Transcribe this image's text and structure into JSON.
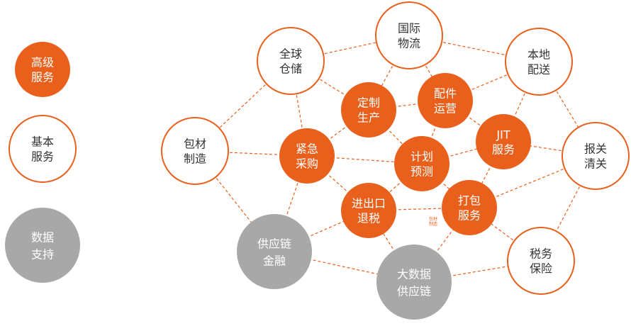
{
  "colors": {
    "advanced": "#e8601c",
    "basic_stroke": "#e8601c",
    "basic_fill": "#ffffff",
    "data": "#a8a8a8",
    "link": "#e8601c",
    "text_light": "#ffffff",
    "text_dark": "#333333"
  },
  "legend": [
    {
      "id": "advanced",
      "lines": [
        "高级",
        "服务"
      ],
      "kind": "advanced"
    },
    {
      "id": "basic",
      "lines": [
        "基本",
        "服务"
      ],
      "kind": "basic"
    },
    {
      "id": "data",
      "lines": [
        "数据",
        "支持"
      ],
      "kind": "data"
    }
  ],
  "nodes": [
    {
      "id": "global-warehouse",
      "lines": [
        "全球",
        "仓储"
      ],
      "kind": "basic"
    },
    {
      "id": "intl-logistics",
      "lines": [
        "国际",
        "物流"
      ],
      "kind": "basic"
    },
    {
      "id": "local-delivery",
      "lines": [
        "本地",
        "配送"
      ],
      "kind": "basic"
    },
    {
      "id": "packaging-mfg",
      "lines": [
        "包材",
        "制造"
      ],
      "kind": "basic"
    },
    {
      "id": "customs",
      "lines": [
        "报关",
        "清关"
      ],
      "kind": "basic"
    },
    {
      "id": "tax-insurance",
      "lines": [
        "税务",
        "保险"
      ],
      "kind": "basic"
    },
    {
      "id": "custom-production",
      "lines": [
        "定制",
        "生产"
      ],
      "kind": "advanced"
    },
    {
      "id": "parts-ops",
      "lines": [
        "配件",
        "运营"
      ],
      "kind": "advanced"
    },
    {
      "id": "jit-service",
      "lines": [
        "JIT",
        "服务"
      ],
      "kind": "advanced"
    },
    {
      "id": "emergency-purchase",
      "lines": [
        "紧急",
        "采购"
      ],
      "kind": "advanced"
    },
    {
      "id": "plan-forecast",
      "lines": [
        "计划",
        "预测"
      ],
      "kind": "advanced"
    },
    {
      "id": "import-export-rebate",
      "lines": [
        "进出口",
        "退税"
      ],
      "kind": "advanced"
    },
    {
      "id": "packing-service",
      "lines": [
        "打包",
        "服务"
      ],
      "kind": "advanced"
    },
    {
      "id": "supply-chain-finance",
      "lines": [
        "供应链",
        "金融"
      ],
      "kind": "data"
    },
    {
      "id": "big-data-supply-chain",
      "lines": [
        "大数据",
        "供应链"
      ],
      "kind": "data"
    }
  ],
  "links": [
    [
      "global-warehouse",
      "intl-logistics"
    ],
    [
      "intl-logistics",
      "local-delivery"
    ],
    [
      "global-warehouse",
      "packaging-mfg"
    ],
    [
      "local-delivery",
      "customs"
    ],
    [
      "customs",
      "tax-insurance"
    ],
    [
      "packaging-mfg",
      "supply-chain-finance"
    ],
    [
      "supply-chain-finance",
      "big-data-supply-chain"
    ],
    [
      "big-data-supply-chain",
      "tax-insurance"
    ],
    [
      "global-warehouse",
      "custom-production"
    ],
    [
      "global-warehouse",
      "emergency-purchase"
    ],
    [
      "intl-logistics",
      "custom-production"
    ],
    [
      "intl-logistics",
      "parts-ops"
    ],
    [
      "local-delivery",
      "parts-ops"
    ],
    [
      "local-delivery",
      "jit-service"
    ],
    [
      "packaging-mfg",
      "emergency-purchase"
    ],
    [
      "customs",
      "jit-service"
    ],
    [
      "customs",
      "packing-service"
    ],
    [
      "tax-insurance",
      "packing-service"
    ],
    [
      "supply-chain-finance",
      "emergency-purchase"
    ],
    [
      "supply-chain-finance",
      "import-export-rebate"
    ],
    [
      "big-data-supply-chain",
      "import-export-rebate"
    ],
    [
      "big-data-supply-chain",
      "packing-service"
    ],
    [
      "custom-production",
      "parts-ops"
    ],
    [
      "custom-production",
      "emergency-purchase"
    ],
    [
      "custom-production",
      "plan-forecast"
    ],
    [
      "parts-ops",
      "jit-service"
    ],
    [
      "parts-ops",
      "plan-forecast"
    ],
    [
      "emergency-purchase",
      "plan-forecast"
    ],
    [
      "emergency-purchase",
      "import-export-rebate"
    ],
    [
      "plan-forecast",
      "jit-service"
    ],
    [
      "plan-forecast",
      "import-export-rebate"
    ],
    [
      "plan-forecast",
      "packing-service"
    ],
    [
      "import-export-rebate",
      "packing-service"
    ],
    [
      "jit-service",
      "packing-service"
    ]
  ],
  "small_label": {
    "lines": [
      "包材",
      "制造"
    ]
  }
}
